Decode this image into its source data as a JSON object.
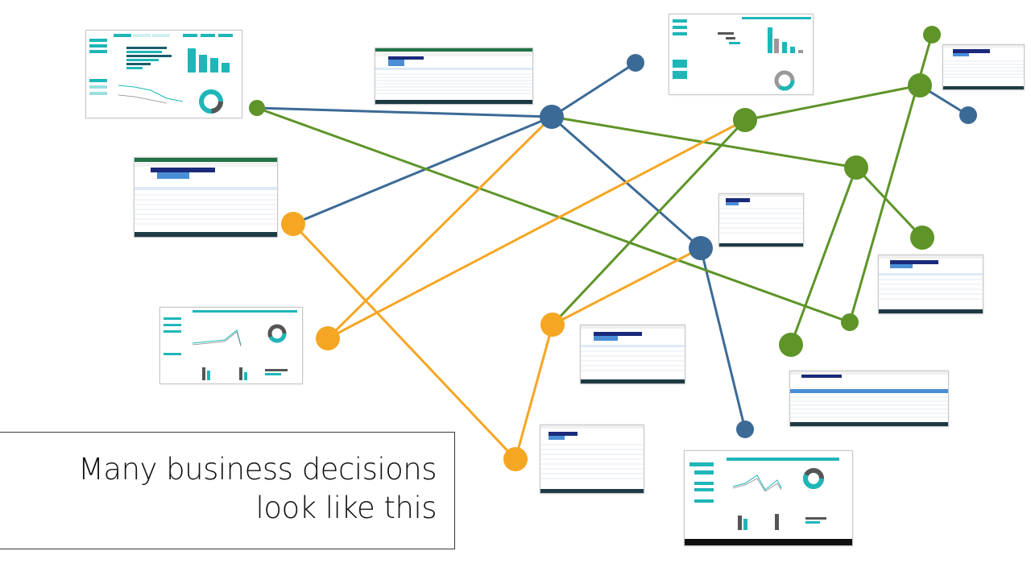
{
  "caption": {
    "line1": "Many business decisions",
    "line2": "look like this"
  },
  "colors": {
    "blue": "#3c6a96",
    "green": "#5e9428",
    "orange": "#f5a623",
    "teal": "#1fb6b8",
    "excel_green": "#217346",
    "navy": "#1b2a7a"
  },
  "thumbnails": [
    {
      "name": "dashboard-thumbnail-1",
      "kind": "dashboard"
    },
    {
      "name": "spreadsheet-thumbnail-1",
      "kind": "spreadsheet"
    },
    {
      "name": "dashboard-thumbnail-2",
      "kind": "dashboard-gantt"
    },
    {
      "name": "spreadsheet-thumbnail-2",
      "kind": "spreadsheet"
    },
    {
      "name": "spreadsheet-thumbnail-3",
      "kind": "spreadsheet"
    },
    {
      "name": "spreadsheet-thumbnail-4",
      "kind": "spreadsheet"
    },
    {
      "name": "spreadsheet-thumbnail-5",
      "kind": "spreadsheet"
    },
    {
      "name": "dashboard-thumbnail-3",
      "kind": "dashboard"
    },
    {
      "name": "spreadsheet-thumbnail-6",
      "kind": "spreadsheet"
    },
    {
      "name": "spreadsheet-thumbnail-7",
      "kind": "spreadsheet"
    },
    {
      "name": "spreadsheet-thumbnail-8",
      "kind": "spreadsheet"
    },
    {
      "name": "dashboard-thumbnail-4",
      "kind": "dashboard"
    }
  ]
}
